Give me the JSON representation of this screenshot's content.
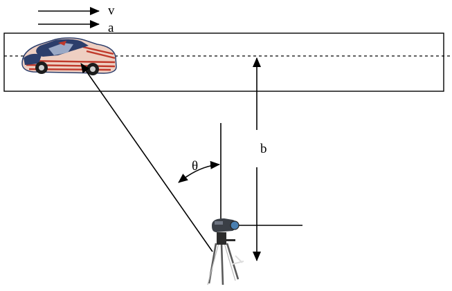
{
  "labels": {
    "velocity": "v",
    "acceleration": "a",
    "distance": "b",
    "angle": "θ"
  },
  "colors": {
    "stroke": "#000000",
    "car_body": "#e8c7b8",
    "car_stripe": "#c0392b",
    "car_blue": "#2c3e6b",
    "camera_dark": "#2b2b2b",
    "camera_accent": "#4a7fb0"
  },
  "icons": {
    "car": "race-car-icon",
    "camera": "camera-on-tripod-icon"
  }
}
